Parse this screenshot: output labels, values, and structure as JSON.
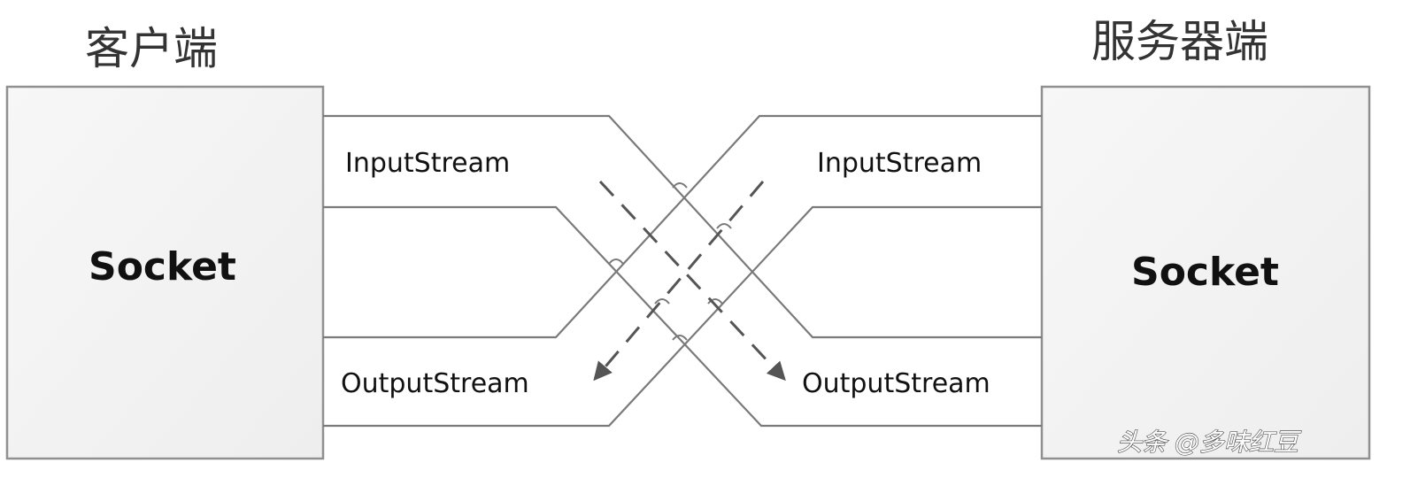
{
  "client": {
    "title": "客户端",
    "socket_label": "Socket",
    "input_stream_label": "InputStream",
    "output_stream_label": "OutputStream"
  },
  "server": {
    "title": "服务器端",
    "socket_label": "Socket",
    "input_stream_label": "InputStream",
    "output_stream_label": "OutputStream"
  },
  "watermark": "头条 @多味红豆",
  "colors": {
    "box_fill": "#f3f3f3",
    "box_stroke": "#909090",
    "line": "#7a7a7a",
    "arrow": "#555555"
  }
}
